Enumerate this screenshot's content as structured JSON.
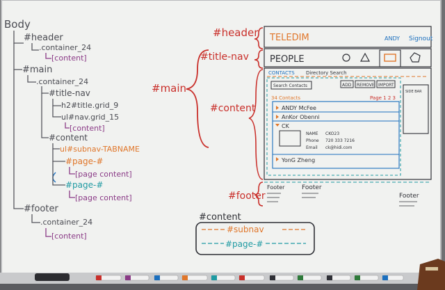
{
  "tree": {
    "body": "Body",
    "header": "#header",
    "header_container": ".container_24",
    "header_content": "[content]",
    "main": "#main",
    "main_container": ".container_24",
    "title_nav": "#title-nav",
    "h2_title": "h2#title.grid_9",
    "ul_nav": "ul#nav.grid_15",
    "title_nav_content": "[content]",
    "content": "#content",
    "ul_subnav": "ul#subnav-TABNAME",
    "page_1": "#page-#",
    "page_content_1": "[page content]",
    "page_2": "#page-#",
    "page_content_2": "[page content]",
    "footer": "#footer",
    "footer_container": ".container_24",
    "footer_content": "[content]"
  },
  "labels": {
    "header": "#header",
    "title_nav": "#title-nav",
    "main": "#main",
    "content": "#content",
    "footer": "#footer"
  },
  "mockup": {
    "logo": "TELEDIM",
    "user": "ANDY",
    "signout": "Signout",
    "people": "PEOPLE",
    "tab_contacts": "CONTACTS",
    "tab_directory": "Directory Search",
    "search_button": "Search Contacts",
    "add_button": "ADD",
    "remove_button": "REMOVE",
    "import_button": "IMPORT",
    "count": "34 Contacts",
    "pagination": "Page 1 2 3",
    "sidebar": "SIDE BAR",
    "contacts": [
      "ANDY McFee",
      "AnKor Obenni",
      "CK",
      "YonG Zheng"
    ],
    "detail_name_label": "NAME",
    "detail_name_value": "CKO23",
    "detail_phone_label": "Phone",
    "detail_phone_value": "720 333 7216",
    "detail_email_label": "Email",
    "detail_email_value": "ck@hidi.com",
    "footer_labels": [
      "Footer",
      "Footer",
      "Footer"
    ]
  },
  "legend": {
    "content": "#content",
    "subnav": "#subnav",
    "page": "#page-#"
  }
}
